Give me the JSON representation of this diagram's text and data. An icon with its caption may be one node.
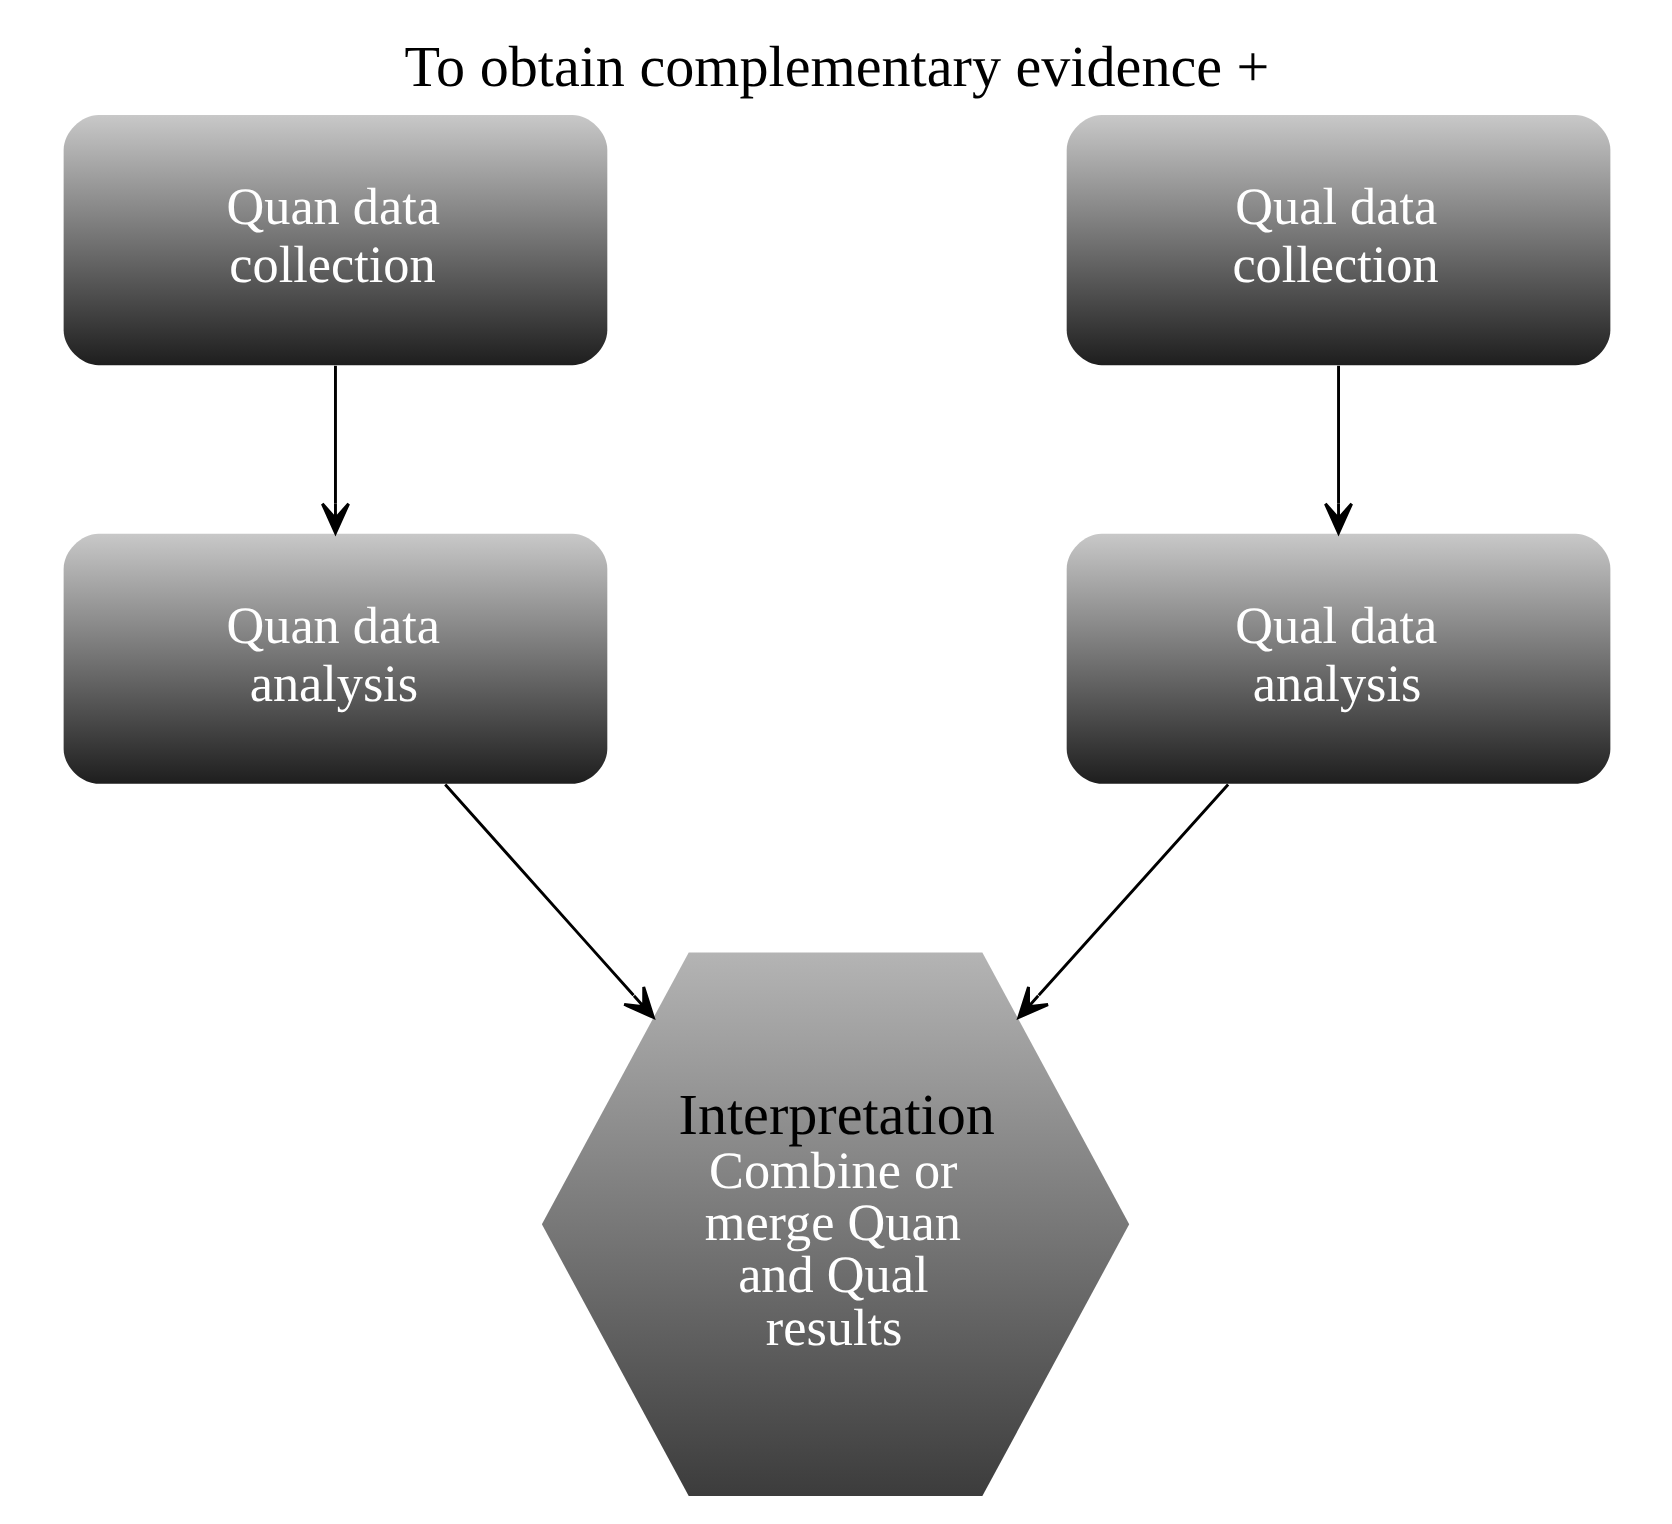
{
  "diagram": {
    "title": "To obtain complementary evidence +",
    "nodes": [
      {
        "text": [
          "Quan data collection"
        ]
      },
      {
        "text": [
          "Qual data collection"
        ]
      },
      {
        "text": [
          "Quan data analysis"
        ]
      },
      {
        "text": [
          "Qual data analysis"
        ]
      },
      {
        "text": [
          "Interpretation",
          "Combine or merge Quan and Qual results"
        ]
      }
    ],
    "edges": [
      {
        "from": 0,
        "to": 2,
        "arrow": "to"
      },
      {
        "from": 1,
        "to": 3,
        "arrow": "to"
      },
      {
        "from": 2,
        "to": 4,
        "arrow": "to"
      },
      {
        "from": 3,
        "to": 4,
        "arrow": "to"
      }
    ]
  }
}
